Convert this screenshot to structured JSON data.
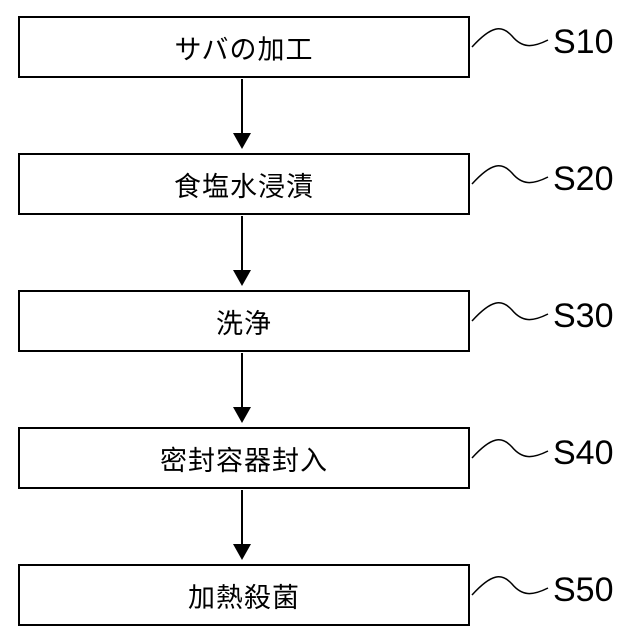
{
  "steps": [
    {
      "text": "サバの加工",
      "label": "S10"
    },
    {
      "text": "食塩水浸漬",
      "label": "S20"
    },
    {
      "text": "洗浄",
      "label": "S30"
    },
    {
      "text": "密封容器封入",
      "label": "S40"
    },
    {
      "text": "加熱殺菌",
      "label": "S50"
    }
  ]
}
